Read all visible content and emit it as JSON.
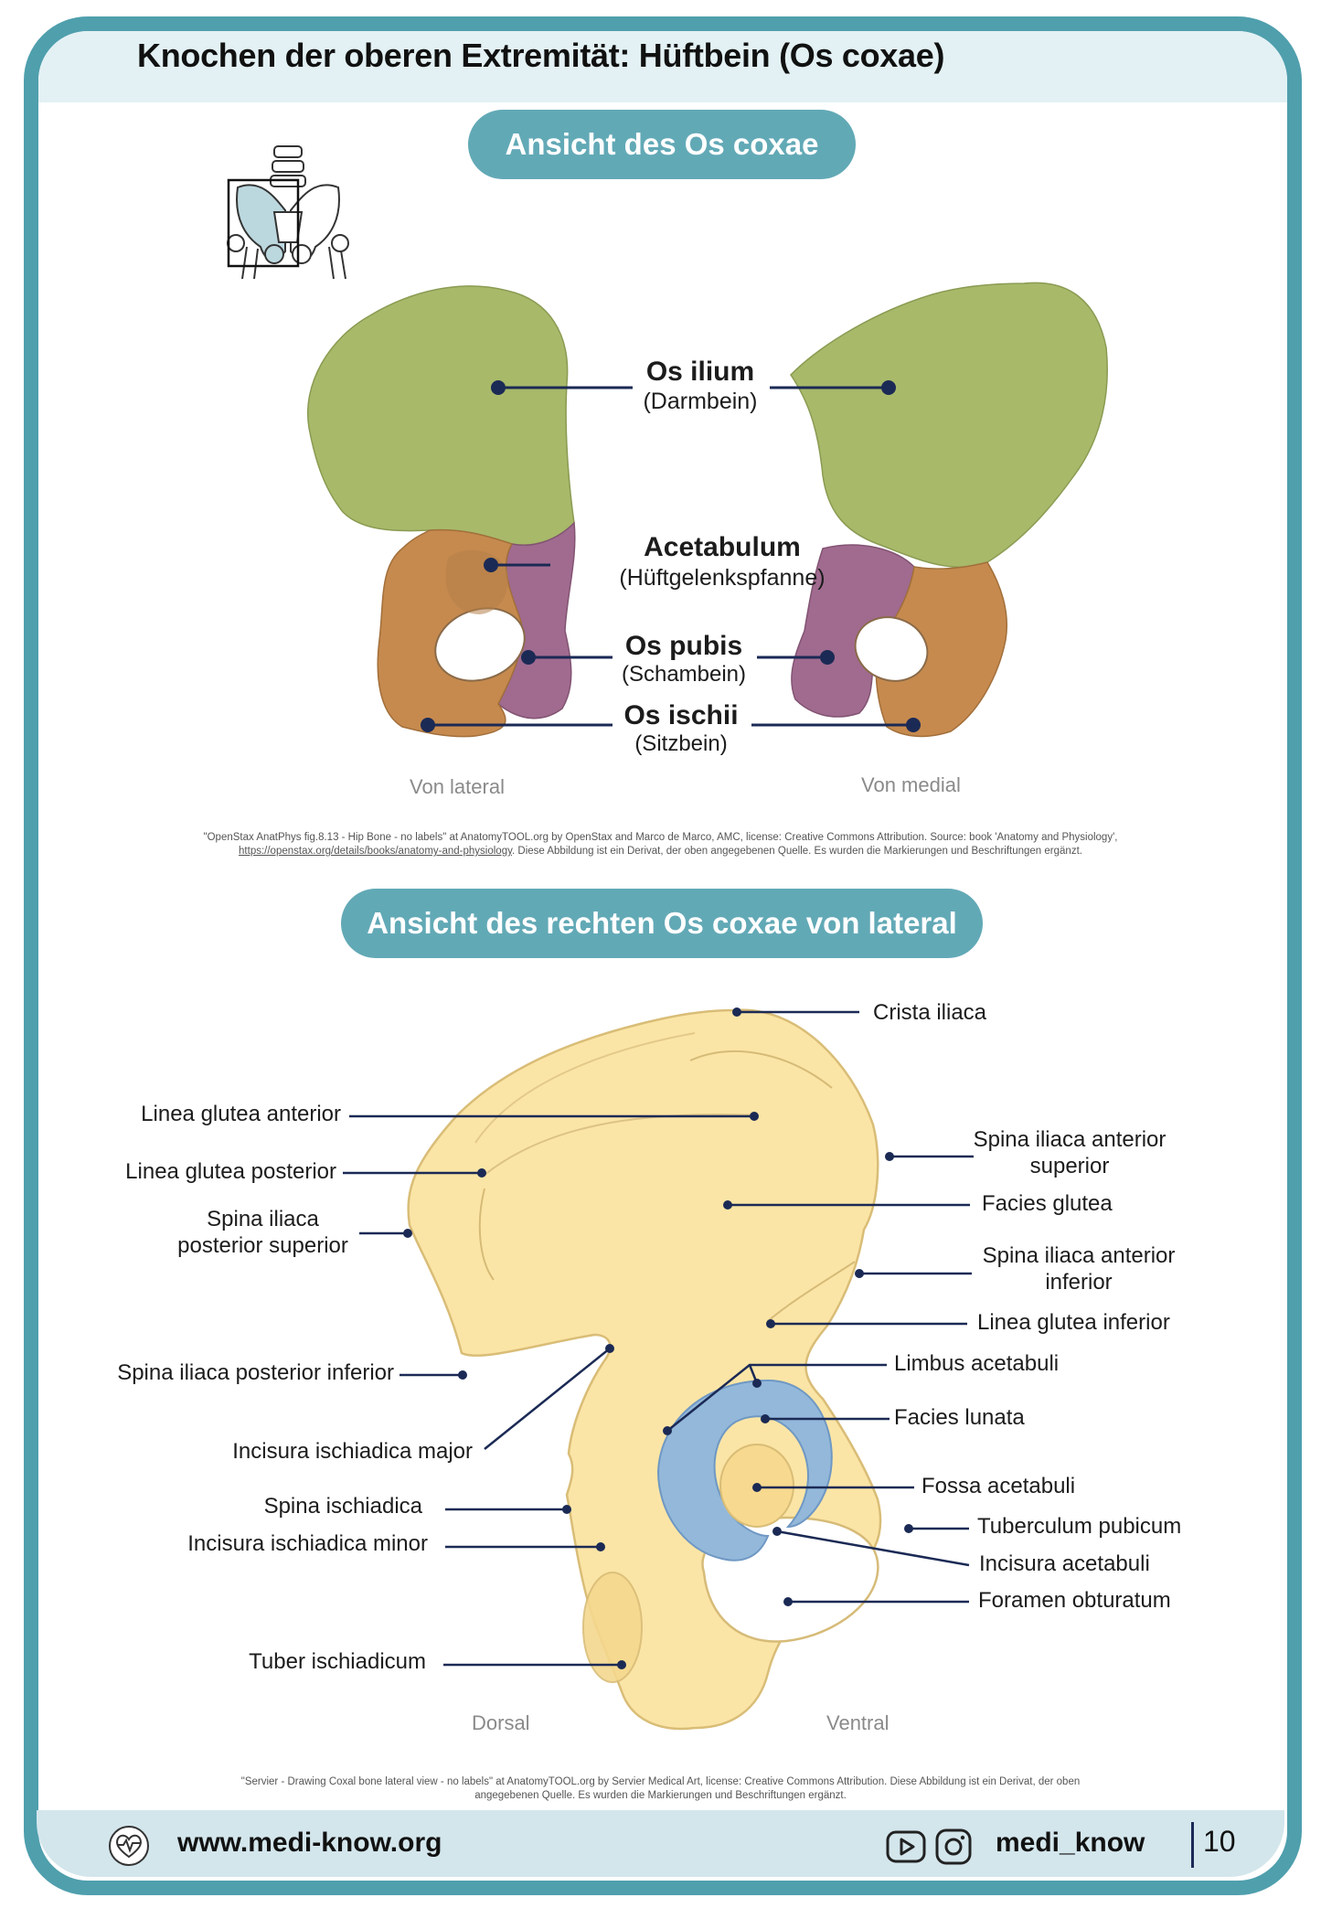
{
  "page": {
    "title": "Knochen der oberen Extremität: Hüftbein (Os coxae)",
    "page_number": "10"
  },
  "section1": {
    "heading": "Ansicht des Os coxae",
    "labels": {
      "ilium": "Os ilium",
      "ilium_de": "(Darmbein)",
      "acetabulum": "Acetabulum",
      "acetabulum_de": "(Hüftgelenkspfanne)",
      "pubis": "Os pubis",
      "pubis_de": "(Schambein)",
      "ischii": "Os ischii",
      "ischii_de": "(Sitzbein)"
    },
    "view_left": "Von lateral",
    "view_right": "Von medial",
    "credit_line1": "\"OpenStax AnatPhys fig.8.13 - Hip Bone - no labels\" at AnatomyTOOL.org by OpenStax and Marco de Marco, AMC, license: Creative Commons Attribution. Source: book 'Anatomy and Physiology',",
    "credit_link": "https://openstax.org/details/books/anatomy-and-physiology",
    "credit_line2": ". Diese Abbildung ist ein Derivat, der oben angegebenen Quelle. Es wurden die Markierungen und Beschriftungen ergänzt.",
    "colors": {
      "ilium": "#a8b96a",
      "pubis": "#a06b8f",
      "ischii": "#c68a4e"
    }
  },
  "section2": {
    "heading": "Ansicht des rechten Os coxae von lateral",
    "labels": {
      "crista_iliaca": "Crista iliaca",
      "linea_glutea_anterior": "Linea glutea anterior",
      "linea_glutea_posterior": "Linea glutea posterior",
      "spina_ips_1": "Spina iliaca",
      "spina_ips_2": "posterior superior",
      "spina_ias_1": "Spina iliaca anterior",
      "spina_ias_2": "superior",
      "facies_glutea": "Facies glutea",
      "spina_iai_1": "Spina iliaca anterior",
      "spina_iai_2": "inferior",
      "linea_glutea_inferior": "Linea glutea inferior",
      "spina_ipi": "Spina iliaca posterior inferior",
      "limbus_acetabuli": "Limbus acetabuli",
      "facies_lunata": "Facies lunata",
      "incisura_ischiadica_major": "Incisura ischiadica major",
      "spina_ischiadica": "Spina ischiadica",
      "fossa_acetabuli": "Fossa acetabuli",
      "incisura_ischiadica_minor": "Incisura ischiadica minor",
      "tuberculum_pubicum": "Tuberculum pubicum",
      "incisura_acetabuli": "Incisura acetabuli",
      "foramen_obturatum": "Foramen obturatum",
      "tuber_ischiadicum": "Tuber ischiadicum"
    },
    "view_left": "Dorsal",
    "view_right": "Ventral",
    "credit_line1": "\"Servier - Drawing Coxal bone lateral view - no labels\" at AnatomyTOOL.org by Servier Medical Art, license: Creative Commons Attribution. Diese Abbildung ist ein Derivat, der oben",
    "credit_line2": "angegebenen Quelle. Es wurden die Markierungen und Beschriftungen ergänzt.",
    "colors": {
      "bone": "#fbe5a6",
      "cartilage": "#93b8da"
    }
  },
  "footer": {
    "website": "www.medi-know.org",
    "handle": "medi_know",
    "icons": [
      "heart-pulse-icon",
      "youtube-icon",
      "instagram-icon"
    ]
  }
}
